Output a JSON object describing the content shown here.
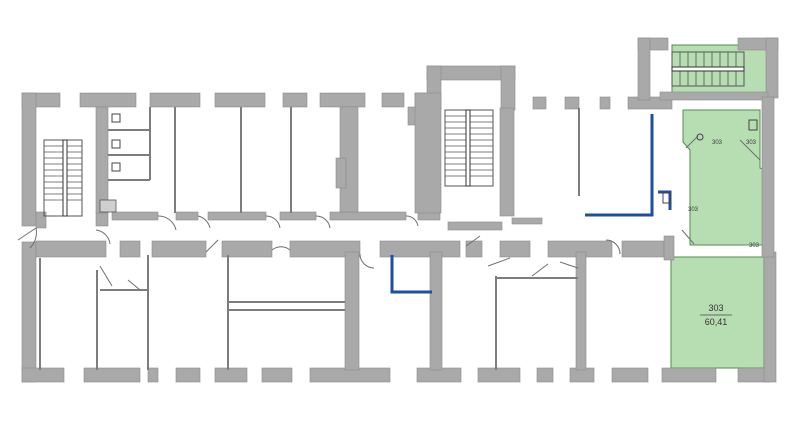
{
  "plan": {
    "rooms": [
      {
        "id": "303",
        "number": "303",
        "area": "60,41"
      }
    ],
    "tags": [
      {
        "id": "a",
        "text": "303"
      },
      {
        "id": "b",
        "text": "303"
      },
      {
        "id": "c",
        "text": "303"
      },
      {
        "id": "d",
        "text": "303"
      }
    ],
    "colors": {
      "highlight": "#b7ddb2",
      "wall": "#a9a9a9",
      "partition_blue": "#1f4fa0"
    }
  }
}
